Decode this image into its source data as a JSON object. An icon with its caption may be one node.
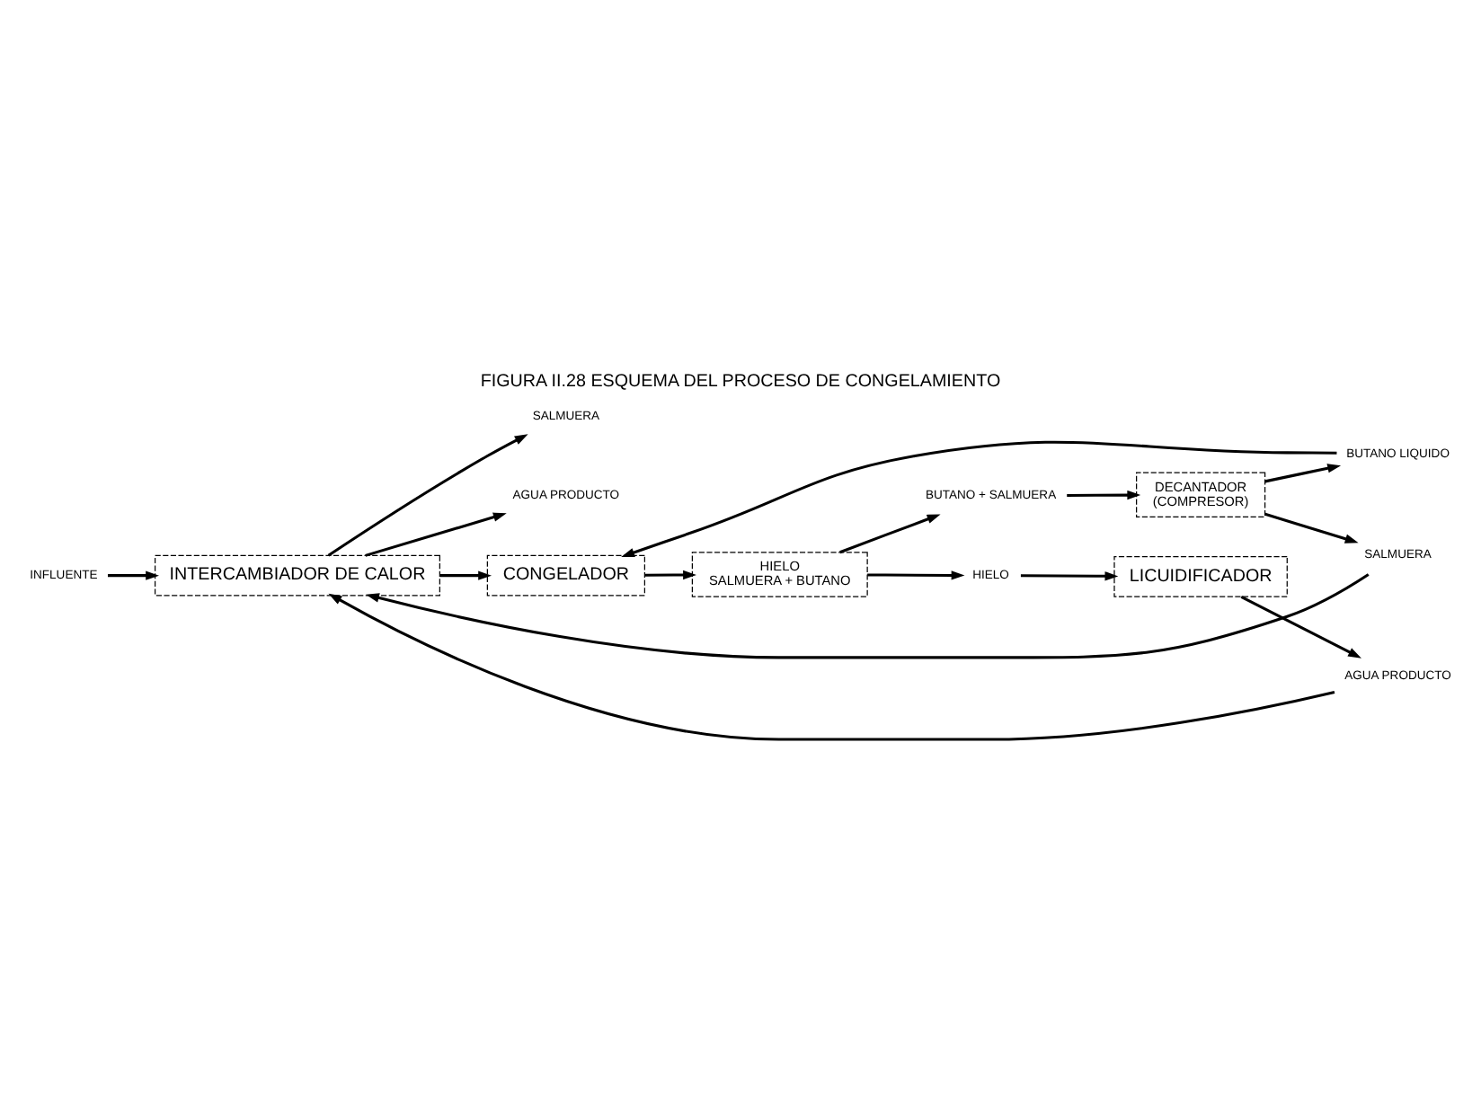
{
  "diagram": {
    "title": "FIGURA II.28 ESQUEMA DEL PROCESO DE CONGELAMIENTO",
    "nodes": [
      {
        "text": [
          "INFLUENTE"
        ]
      },
      {
        "text": [
          "INTERCAMBIADOR DE CALOR"
        ]
      },
      {
        "text": [
          "SALMUERA"
        ]
      },
      {
        "text": [
          "AGUA PRODUCTO"
        ]
      },
      {
        "text": [
          "CONGELADOR"
        ]
      },
      {
        "text": [
          "HIELO",
          "SALMUERA + BUTANO"
        ]
      },
      {
        "text": [
          "BUTANO LIQUIDO"
        ]
      },
      {
        "text": [
          "DECANTADOR",
          "(COMPRESOR)"
        ]
      },
      {
        "text": [
          "SALMUERA"
        ]
      },
      {
        "text": [
          "BUTANO + SALMUERA"
        ]
      },
      {
        "text": [
          "LICUIDIFICADOR"
        ]
      },
      {
        "text": [
          "AGUA PRODUCTO"
        ]
      },
      {
        "text": [
          "HIELO"
        ]
      }
    ],
    "edges": [
      {
        "from": 0,
        "to": 1,
        "arrow": "to"
      },
      {
        "from": 1,
        "to": 2,
        "arrow": "to"
      },
      {
        "from": 1,
        "to": 3,
        "arrow": "to"
      },
      {
        "from": 1,
        "to": 4,
        "arrow": "to"
      },
      {
        "from": 4,
        "to": 5,
        "arrow": "to"
      },
      {
        "from": 5,
        "to": 9,
        "arrow": "to"
      },
      {
        "from": 9,
        "to": 7,
        "arrow": "to"
      },
      {
        "from": 7,
        "to": 8,
        "arrow": "to"
      },
      {
        "from": 8,
        "to": 1,
        "arrow": "to"
      },
      {
        "from": 7,
        "to": 6,
        "arrow": "to"
      },
      {
        "from": 6,
        "to": 4,
        "arrow": "to"
      },
      {
        "from": 5,
        "to": 12,
        "arrow": "to"
      },
      {
        "from": 12,
        "to": 10,
        "arrow": "to"
      },
      {
        "from": 10,
        "to": 11,
        "arrow": "to"
      },
      {
        "from": 11,
        "to": 1,
        "arrow": "to"
      }
    ]
  }
}
